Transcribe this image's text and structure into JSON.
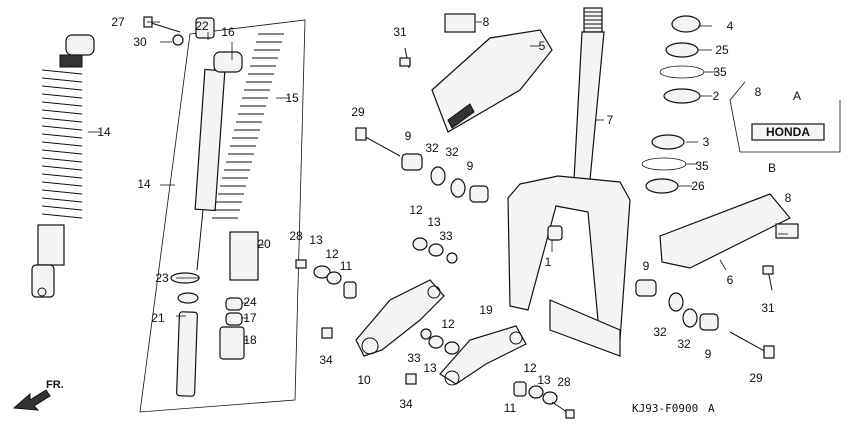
{
  "labels": [
    "1",
    "2",
    "3",
    "4",
    "5",
    "6",
    "7",
    "8",
    "9",
    "10",
    "11",
    "12",
    "13",
    "14",
    "15",
    "16",
    "17",
    "18",
    "19",
    "20",
    "21",
    "22",
    "23",
    "24",
    "25",
    "26",
    "27",
    "28",
    "29",
    "30",
    "31",
    "32",
    "33",
    "34",
    "35",
    "A",
    "B"
  ],
  "logo_text": "HONDA",
  "direction_label": "FR.",
  "diagram_code": "KJ93-F0900",
  "diagram_code_suffix": "A"
}
